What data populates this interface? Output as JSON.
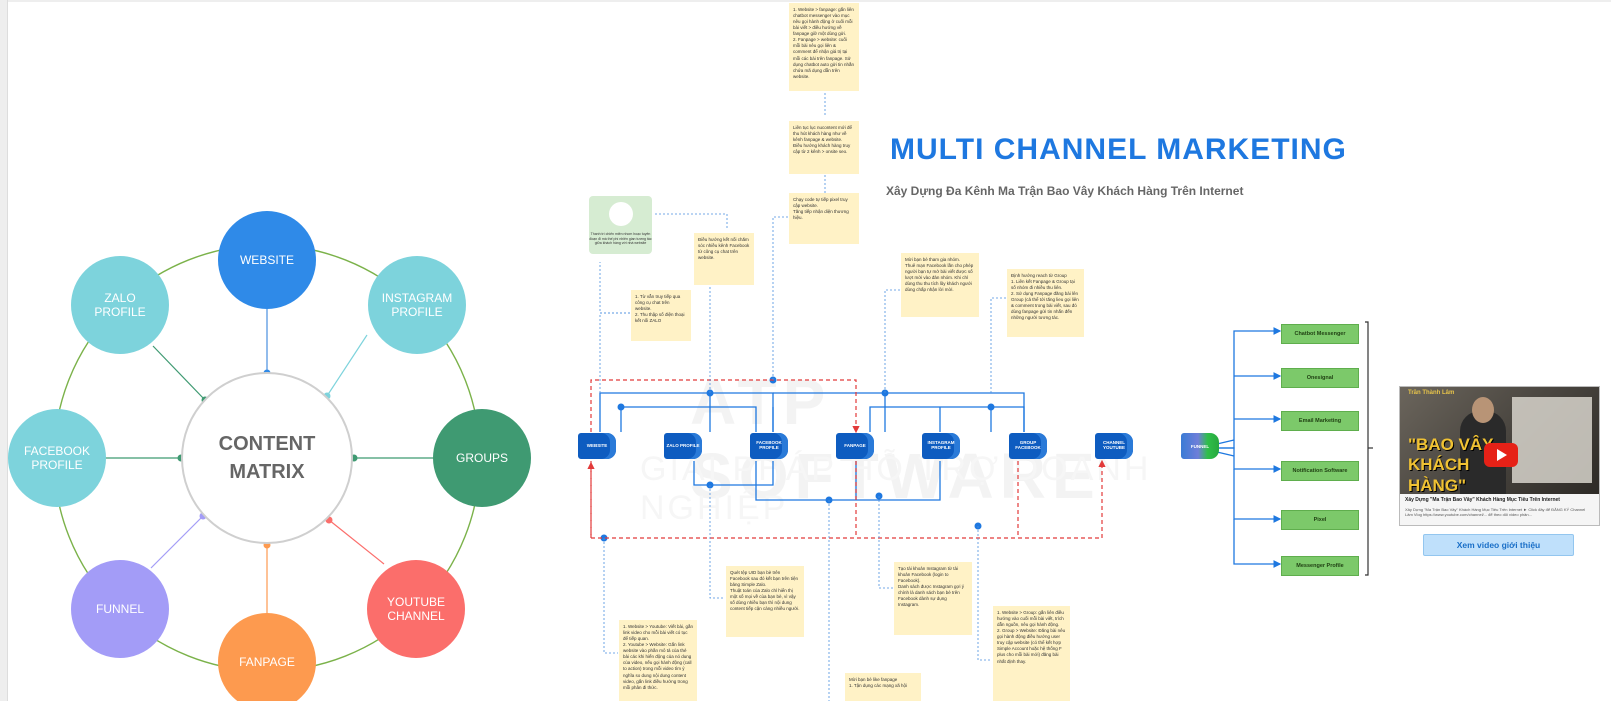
{
  "title": "MULTI CHANNEL MARKETING",
  "subtitle": "Xây Dựng Đa Kênh Ma Trận Bao Vây Khách Hàng Trên Internet",
  "matrix": {
    "center_line1": "CONTENT",
    "center_line2": "MATRIX",
    "nodes": [
      {
        "label": "WEBSITE",
        "color": "#2f8ae8"
      },
      {
        "label": "INSTAGRAM PROFILE",
        "color": "#7dd3dc"
      },
      {
        "label": "GROUPS",
        "color": "#3f9a72"
      },
      {
        "label": "YOUTUBE CHANNEL",
        "color": "#fb6e6b"
      },
      {
        "label": "FANPAGE",
        "color": "#fd9a4f"
      },
      {
        "label": "FUNNEL",
        "color": "#a39cf7"
      },
      {
        "label": "FACEBOOK PROFILE",
        "color": "#7dd3dc"
      },
      {
        "label": "ZALO PROFILE",
        "color": "#7dd3dc"
      }
    ]
  },
  "watermark": {
    "brand": "ATP SOFTWARE",
    "tagline": "GIẢI PHÁP HỖ TRỢ DOANH NGHIỆP"
  },
  "channels": [
    {
      "label": "WEBSITE"
    },
    {
      "label": "ZALO PROFILE"
    },
    {
      "label": "FACEBOOK PROFILE"
    },
    {
      "label": "FANPAGE"
    },
    {
      "label": "INSTAGRAM PROFILE"
    },
    {
      "label": "GROUP FACEBOOK"
    },
    {
      "label": "CHANNEL YOUTUBE"
    }
  ],
  "funnel_label": "FUNNEL",
  "tools": [
    "Chatbot Messenger",
    "Onesignal",
    "Email Marketing",
    "Notification Software",
    "Pixel",
    "Messenger Profile"
  ],
  "green_card_text": "Thanh trí chiến miên nhom hoạc tuyên đoạn đi mà thế phí nhiên gian tương tác giữa khách hàng với nhà website",
  "notes": {
    "n1": "1. Website > fanpage: gắn liên chatbot messenger vào mục nêu gọi hành động ở cuối mỗi bài viết > điều hướng về fanpage giữ một dùng gửi.\n2. Fanpage > website: cuối mỗi bài nêu gọi liên & comment để nhận giá trị tại mỗi các bài trên fanpage. Sử dụng chatbot auto gửi tin nhắn chứa mã dụng dẫn trên website.",
    "n2": "Liên tục lục nucontent mới để thu hút khách hàng như về kênh fanpage & website.\nĐiều hướng khách hàng truy cập từ 2 kênh > onsite seo.",
    "n3": "Chạy code tự tiếp pixel truy cập website.\nTăng tiếp nhận diện thương hiệu.",
    "n4": "Điều hướng kết nối chăm sóc nhiều kênh Facebook từ công cụ chat trên website.",
    "n5": "1. Từ vẫn truy tiếp qua công cụ chat trên website.\n2. Thu thập số điện thoại kết nối ZALO",
    "n6": "Mời bạn bè tham gia nhóm.\nThuê mạn Facebook lần cho phép người bạn tự mở bài viết được số lượt mời vào đàn nhóm. Khi chỉ dùng thu thu tích lũy khách ngưới dùng chấp nhận lời mời.",
    "n7": "Định hướng reach từ Group\n1. Liên kết Fanpage & Group tại số nhóm đi nhiều thu liên.\n2. Sử dụng Fanpage đăng bài lên Group (cả thể tới tăng lieu gọi liên & comment trong bài viết, sau đó dùng fanpage gửi tin nhắn đến những người tương tác.",
    "n8": "Quét tệp UID bạn bè trên Facebook sau đó kết bạn trên tiện bảng Simple Zalo.\nThuật toán của Zalo chỉ hiển thị một số mọi về cùa bạn bè, vì vậy số dùng nhiều bạn thì nội dung content tiếp cận càng nhiều người.",
    "n9": "Tạo tài khoản Instagram từ tài khoản Facebook (login to Facebook).\nDanh sách được Instagram gợi ý chính là danh sách bạn bè trên Facebook dành sự dụng Instagram.",
    "n10": "1. Website > Youtube: Viết bài, gắn link video cho mỗi bài viết có tục để tiếp quan.\n2. Youtube > Website: Gắn link website vào phần mô tả của thẻ bài các khi hiến động của nó dung của video, nếu gọi hành động (call to action) trong mỗi video tìm ý nghĩa so dung nội dung content video, gắn link điều hướng trong mỗi phân đi thức.",
    "n11": "Mời bạn bè like fanpage\n1. Tận dụng các mạng xã hội",
    "n12": "1. Website > Group: gắn liên điều hướng vào cuối mỗi bài viết, trích dẫn nguồn, nêu gọi hành động.\n2. Group > Website: Đăng bài nêu gọi hành động điều hướng user truy cập website (có thể kết hợp Simple Account hoặc hệ thống F plus cho mỗi bài mới) đăng bài nhất định thay."
  },
  "video": {
    "speaker": "Trần Thành Lâm",
    "big_text": "\"BAO VÂY KHÁCH HÀNG\"",
    "title": "Xây Dựng \"Ma Trận Bao Vây\" Khách Hàng Mục Tiêu Trên Internet",
    "description": "Xây Dựng \"Ma Trận Bao Vây\" Khách Hàng Mục Tiêu Trên Internet ► Click đây để ĐĂNG KÝ Channel Lâm Vlog https://www.youtube.com/channel/... để theo dõi video phân..."
  },
  "video_button": "Xem video giới thiệu",
  "colors": {
    "flow_blue": "#1e78e0",
    "flow_red_dashed": "#e23a3a",
    "note_bg": "#fff2c6",
    "tool_green": "#7cc96a",
    "channel_blue": "#0e5cc0"
  }
}
